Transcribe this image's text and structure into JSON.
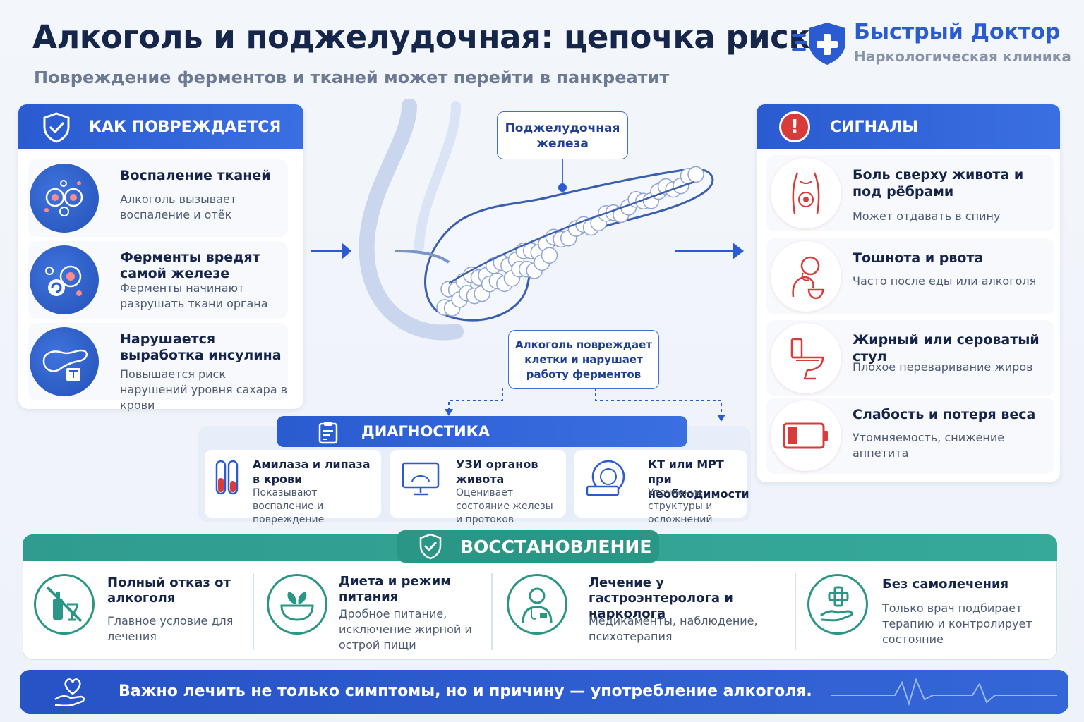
{
  "header": {
    "title": "Алкоголь и поджелудочная: цепочка риска",
    "subtitle": "Повреждение ферментов и тканей может перейти в панкреатит"
  },
  "brand": {
    "name": "Быстрый Доктор",
    "tagline": "Наркологическая клиника",
    "icon": "shield-cross-icon"
  },
  "colors": {
    "primary_blue": "#2a5bd0",
    "alert_red": "#d93a3a",
    "recovery_teal": "#2a9686",
    "title_navy": "#16254a"
  },
  "damage": {
    "heading": "КАК ПОВРЕЖДАЕТСЯ",
    "icon": "shield-check-icon",
    "items": [
      {
        "title": "Воспаление тканей",
        "text": "Алкоголь вызывает воспаление и отёк",
        "icon": "inflamed-cells-icon"
      },
      {
        "title": "Ферменты вредят самой железе",
        "text": "Ферменты начинают разрушать ткани органа",
        "icon": "enzyme-icon"
      },
      {
        "title": "Нарушается выработка инсулина",
        "text": "Повышается риск нарушений уровня сахара в крови",
        "icon": "pancreas-insulin-icon"
      }
    ]
  },
  "center": {
    "organ_label": "Поджелудочная железа",
    "damage_label": "Алкоголь повреждает клетки и нарушает работу ферментов"
  },
  "signals": {
    "heading": "СИГНАЛЫ",
    "icon": "exclamation-icon",
    "items": [
      {
        "title": "Боль сверху живота и под рёбрами",
        "text": "Может отдавать в спину",
        "icon": "abdominal-pain-icon"
      },
      {
        "title": "Тошнота и рвота",
        "text": "Часто после еды или алкоголя",
        "icon": "nausea-icon"
      },
      {
        "title": "Жирный или сероватый стул",
        "text": "Плохое переваривание жиров",
        "icon": "toilet-icon"
      },
      {
        "title": "Слабость и потеря веса",
        "text": "Утомняемость, снижение аппетита",
        "icon": "low-battery-icon"
      }
    ]
  },
  "diagnostics": {
    "heading": "ДИАГНОСТИКА",
    "icon": "clipboard-icon",
    "items": [
      {
        "title": "Амилаза и липаза в крови",
        "text": "Показывают воспаление и повреждение",
        "icon": "test-tubes-icon"
      },
      {
        "title": "УЗИ органов живота",
        "text": "Оценивает состояние железы и протоков",
        "icon": "ultrasound-monitor-icon"
      },
      {
        "title": "КТ или МРТ при необходимости",
        "text": "Уточнение структуры и осложнений",
        "icon": "ct-scanner-icon"
      }
    ]
  },
  "recovery": {
    "heading": "ВОССТАНОВЛЕНИЕ",
    "icon": "shield-check-icon",
    "items": [
      {
        "title": "Полный отказ от алкоголя",
        "text": "Главное условие для лечения",
        "icon": "no-alcohol-icon"
      },
      {
        "title": "Диета и режим питания",
        "text": "Дробное питание, исключение жирной и острой пищи",
        "icon": "diet-bowl-icon"
      },
      {
        "title": "Лечение у гастроэнтеролога и нарколога",
        "text": "Медикаменты, наблюдение, психотерапия",
        "icon": "doctor-icon"
      },
      {
        "title": "Без самолечения",
        "text": "Только врач подбирает терапию и контролирует состояние",
        "icon": "hand-cross-icon"
      }
    ]
  },
  "footer": {
    "text": "Важно лечить не только симптомы, но и причину — употребление алкоголя.",
    "icon": "heart-hand-icon"
  }
}
